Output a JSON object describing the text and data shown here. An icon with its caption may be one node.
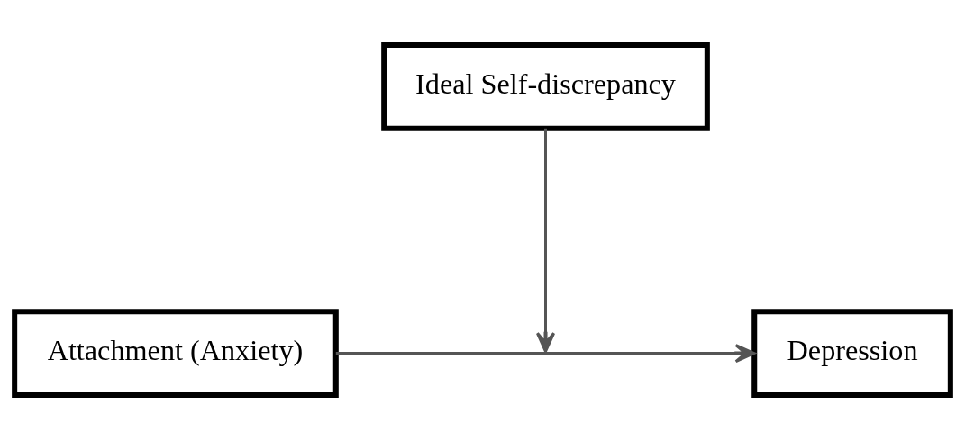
{
  "diagram": {
    "nodes": [
      {
        "text": [
          "Ideal Self-discrepancy"
        ]
      },
      {
        "text": [
          "Attachment (Anxiety)"
        ]
      },
      {
        "text": [
          "Depression"
        ]
      }
    ],
    "edges": [
      {
        "from": 1,
        "to": 2,
        "arrow": "to"
      },
      {
        "from": 0,
        "to": null,
        "arrow": "to"
      }
    ]
  }
}
